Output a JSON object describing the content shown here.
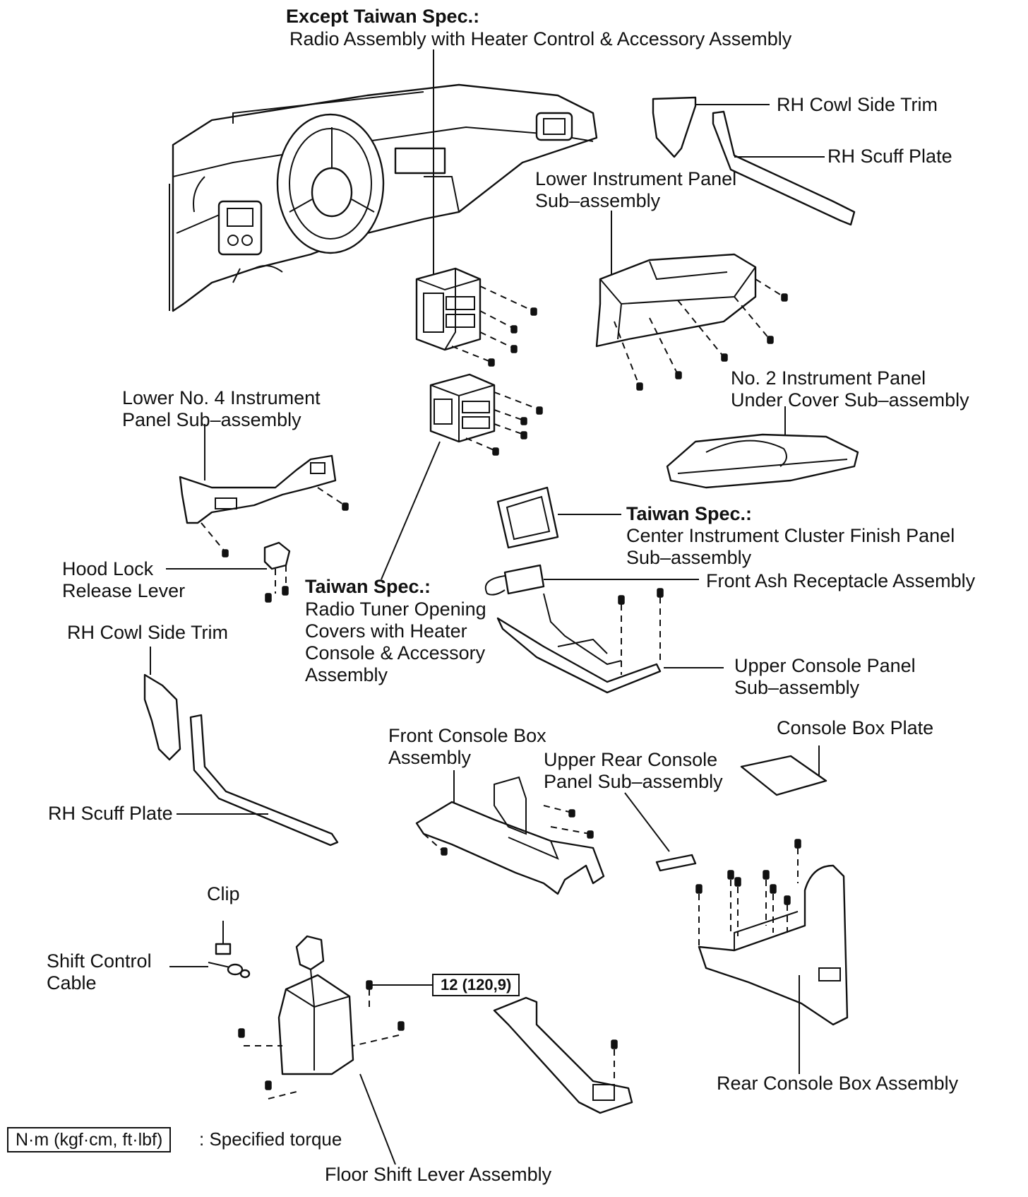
{
  "labels": {
    "except_taiwan_head": "Except Taiwan Spec.:",
    "except_taiwan_desc": "Radio Assembly with Heater Control & Accessory Assembly",
    "rh_cowl_side_trim_top": "RH Cowl Side Trim",
    "rh_scuff_plate_top": "RH Scuff Plate",
    "lower_instrument_panel_1": "Lower Instrument Panel",
    "lower_instrument_panel_2": "Sub–assembly",
    "no2_under_cover_1": "No. 2 Instrument Panel",
    "no2_under_cover_2": "Under Cover Sub–assembly",
    "lower_no4_1": "Lower No. 4 Instrument",
    "lower_no4_2": "Panel Sub–assembly",
    "taiwan_finish_head": "Taiwan Spec.:",
    "taiwan_finish_1": "Center Instrument Cluster Finish Panel",
    "taiwan_finish_2": "Sub–assembly",
    "hood_lock_1": "Hood Lock",
    "hood_lock_2": "Release Lever",
    "taiwan_radio_head": "Taiwan Spec.:",
    "taiwan_radio_1": "Radio Tuner Opening",
    "taiwan_radio_2": "Covers with Heater",
    "taiwan_radio_3": "Console & Accessory",
    "taiwan_radio_4": "Assembly",
    "front_ash": "Front Ash Receptacle Assembly",
    "rh_cowl_side_trim_left": "RH Cowl Side Trim",
    "upper_console_1": "Upper Console Panel",
    "upper_console_2": "Sub–assembly",
    "console_box_plate": "Console Box Plate",
    "front_console_1": "Front Console Box",
    "front_console_2": "Assembly",
    "upper_rear_1": "Upper Rear Console",
    "upper_rear_2": "Panel Sub–assembly",
    "rh_scuff_plate_left": "RH Scuff Plate",
    "clip": "Clip",
    "shift_cable_1": "Shift Control",
    "shift_cable_2": "Cable",
    "rear_console": "Rear Console Box Assembly",
    "floor_shift": "Floor Shift Lever Assembly"
  },
  "torque": {
    "value": "12 (120,9)",
    "legend_unit": "N·m (kgf·cm, ft·lbf)",
    "legend_text": ": Specified torque"
  }
}
